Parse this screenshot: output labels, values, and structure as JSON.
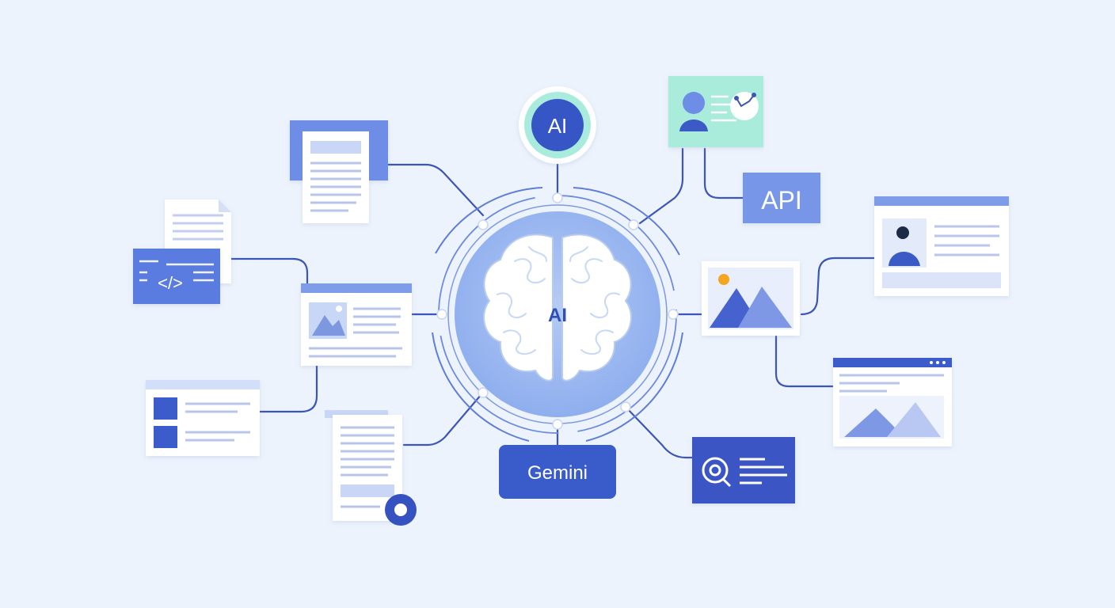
{
  "hub": {
    "center_label": "AI",
    "top_badge_label": "AI",
    "bottom_label": "Gemini"
  },
  "nodes": {
    "api_label": "API",
    "code_label": "</>"
  },
  "colors": {
    "background": "#edf3fc",
    "primary": "#3f5fcc",
    "light_blue": "#8fb0ef",
    "pale_blue": "#c9d8f7",
    "connector": "#3b55b8",
    "mint": "#a6ebdb",
    "accent_orange": "#f4a623"
  },
  "icons": [
    "brain-icon",
    "document-icon",
    "code-icon",
    "image-icon",
    "person-card-icon",
    "search-icon",
    "browser-window-icon",
    "circle-badge-icon"
  ]
}
